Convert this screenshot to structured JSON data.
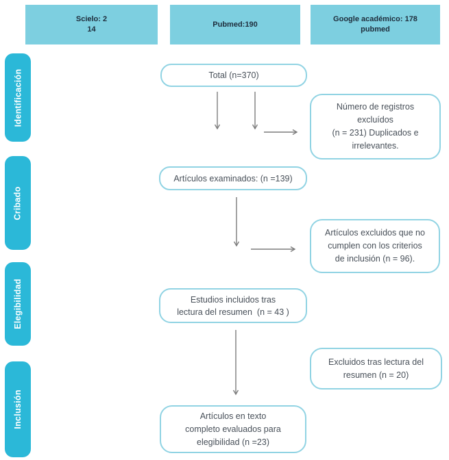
{
  "diagram_title": "PRISMA-style article selection flow diagram",
  "top_sources": [
    {
      "lines": [
        "Scielo: 2",
        "14"
      ]
    },
    {
      "lines": [
        "Pubmed:190"
      ]
    },
    {
      "lines": [
        "Google académico: 178",
        "pubmed"
      ]
    }
  ],
  "stages": [
    "Identificación",
    "Cribado",
    "Elegibilidad",
    "Inclusión"
  ],
  "main_boxes": [
    {
      "lines": [
        "Total (n=370)"
      ]
    },
    {
      "lines": [
        "Artículos examinados: (n =139)"
      ]
    },
    {
      "lines": [
        "Estudios incluidos tras",
        "lectura del resumen  (n = 43 )"
      ]
    },
    {
      "lines": [
        "Artículos en texto",
        "completo evaluados para",
        "elegibilidad (n =23)"
      ]
    }
  ],
  "side_boxes": [
    {
      "lines": [
        "Número de registros",
        "excluídos",
        "(n = 231) Duplicados e",
        "irrelevantes."
      ]
    },
    {
      "lines": [
        "Artículos excluidos que no",
        "cumplen con los criterios",
        "de inclusión (n = 96)."
      ]
    },
    {
      "lines": [
        "Excluidos tras lectura del",
        "resumen (n = 20)"
      ]
    }
  ],
  "colors": {
    "source_fill": "#7dcfe0",
    "source_text": "#1e2d3c",
    "stage_fill": "#2bb8d8",
    "stage_text": "#ffffff",
    "box_border": "#90d3e3",
    "box_text": "#474f58",
    "arrow": "#7c7c7c"
  }
}
